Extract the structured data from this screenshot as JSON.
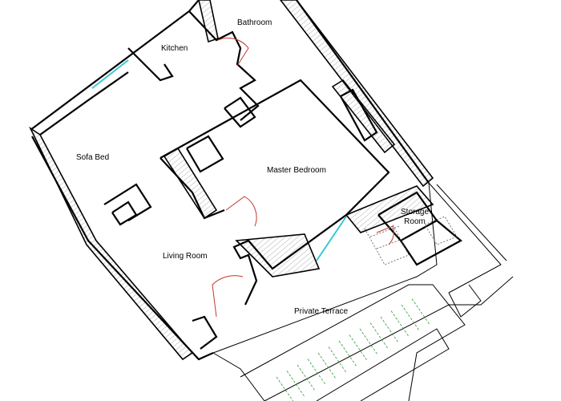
{
  "rooms": {
    "bathroom": "Bathroom",
    "kitchen": "Kitchen",
    "sofa_bed": "Sofa Bed",
    "master_bedroom": "Master Bedroom",
    "storage_line1": "Storage",
    "storage_line2": "Room",
    "living_room": "Living Room",
    "private_terrace": "Private Terrace"
  },
  "colors": {
    "wall": "#000000",
    "door": "#c0392b",
    "window": "#39c6d6",
    "stairs": "#2e9b3a",
    "hatch": "#888888"
  }
}
